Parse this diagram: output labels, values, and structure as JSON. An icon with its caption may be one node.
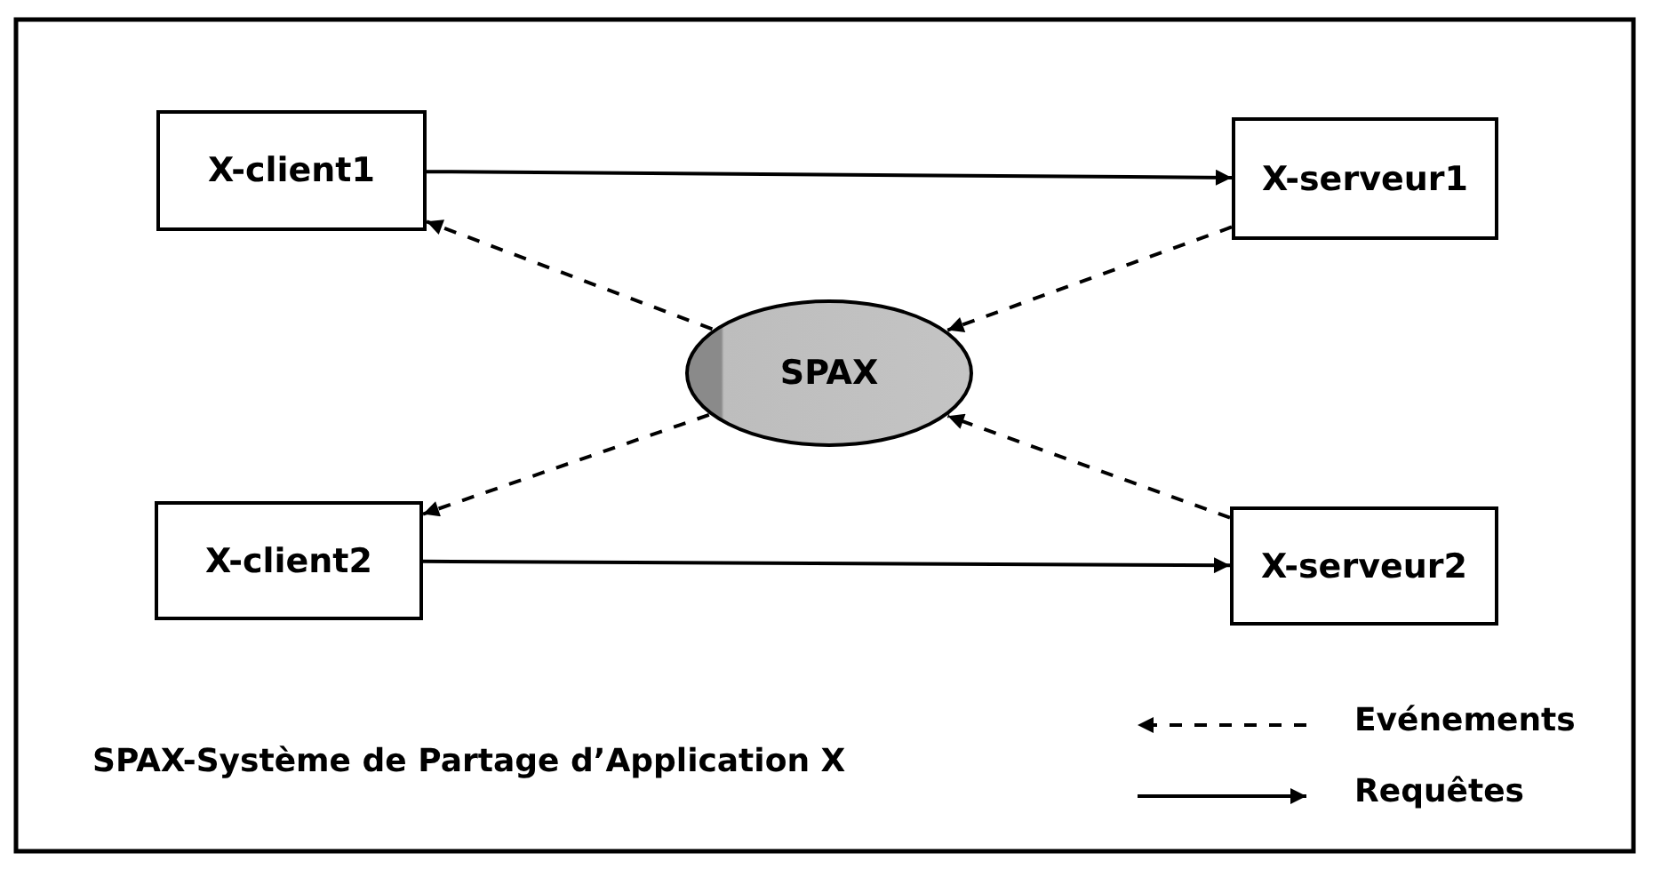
{
  "diagram": {
    "nodes": [
      {
        "text": [
          "X-client1"
        ]
      },
      {
        "text": [
          "X-serveur1"
        ]
      },
      {
        "text": [
          "SPAX"
        ]
      },
      {
        "text": [
          "X-client2"
        ]
      },
      {
        "text": [
          "X-serveur2"
        ]
      }
    ],
    "edges": [
      {
        "from": 0,
        "to": 1,
        "arrow": "to"
      },
      {
        "from": 1,
        "to": 2,
        "arrow": "to",
        "style": "dashed"
      },
      {
        "from": 2,
        "to": 0,
        "arrow": "to",
        "style": "dashed"
      },
      {
        "from": 2,
        "to": 3,
        "arrow": "to",
        "style": "dashed"
      },
      {
        "from": 4,
        "to": 2,
        "arrow": "to",
        "style": "dashed"
      },
      {
        "from": 3,
        "to": 4,
        "arrow": "to"
      }
    ],
    "labels": [
      "SPAX-Système de Partage d’Application X"
    ],
    "legend": [
      {
        "text": "Evénements"
      },
      {
        "text": "Requêtes"
      }
    ]
  }
}
